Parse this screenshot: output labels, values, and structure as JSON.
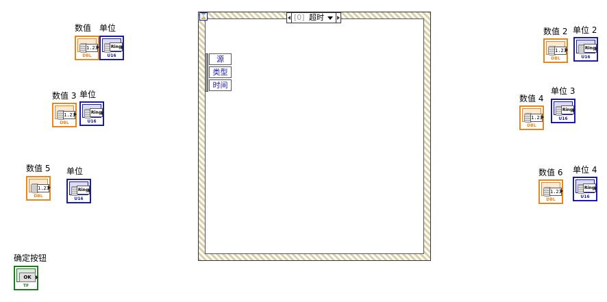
{
  "terminals": {
    "value1": {
      "label": "数值",
      "display": "1.23",
      "type_tag": "DBL"
    },
    "unit1": {
      "label": "单位",
      "display": "Ring",
      "type_tag": "U16"
    },
    "value3": {
      "label": "数值 3",
      "display": "1.23",
      "type_tag": "DBL"
    },
    "unit1b": {
      "label": "单位",
      "display": "Ring",
      "type_tag": "U16"
    },
    "value5": {
      "label": "数值 5",
      "display": "1.23",
      "type_tag": "DBL"
    },
    "unit1c": {
      "label": "单位",
      "display": "Ring",
      "type_tag": "U16"
    },
    "confirm": {
      "label": "确定按钮",
      "display": "OK",
      "type_tag": "TF"
    },
    "value2": {
      "label": "数值 2",
      "display": "1.23",
      "type_tag": "DBL"
    },
    "unit2": {
      "label": "单位 2",
      "display": "Ring",
      "type_tag": "U16"
    },
    "value4": {
      "label": "数值 4",
      "display": "1.23",
      "type_tag": "DBL"
    },
    "unit3": {
      "label": "单位 3",
      "display": "Ring",
      "type_tag": "U16"
    },
    "value6": {
      "label": "数值 6",
      "display": "1.23",
      "type_tag": "DBL"
    },
    "unit4": {
      "label": "单位 4",
      "display": "Ring",
      "type_tag": "U16"
    }
  },
  "event_structure": {
    "case_index": "[0]",
    "case_name": "超时",
    "event_data": [
      "源",
      "类型",
      "时间"
    ]
  }
}
